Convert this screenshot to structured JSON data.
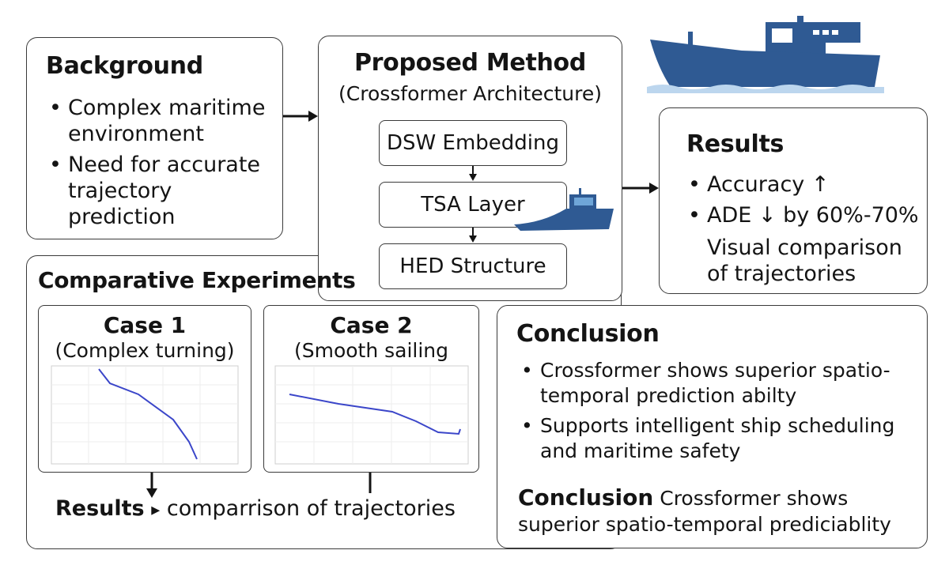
{
  "background": {
    "title": "Background",
    "items": [
      "Complex maritime environment",
      "Need for accurate trajectory prediction"
    ]
  },
  "method": {
    "title": "Proposed Method",
    "subtitle": "(Crossformer Architecture)",
    "stages": [
      "DSW Embedding",
      "TSA Layer",
      "HED Structure"
    ]
  },
  "results": {
    "title": "Results",
    "items": [
      "Accuracy ↑",
      "ADE ↓ by 60%-70%"
    ],
    "note": "Visual comparison of trajectories"
  },
  "experiments": {
    "title": "Comparative Experiments",
    "cases": [
      {
        "title": "Case 1",
        "subtitle": "(Complex turning)"
      },
      {
        "title": "Case 2",
        "subtitle": "(Smooth sailing"
      }
    ],
    "footer_bold": "Results",
    "footer_arrow": "▸",
    "footer_text": "comparrison of trajectories"
  },
  "conclusion": {
    "title": "Conclusion",
    "items": [
      "Crossformer shows superior spatio-temporal prediction abilty",
      "Supports intelligent ship scheduling and maritime safety"
    ],
    "summary_bold": "Conclusion",
    "summary_text": "Crossformer shows superior spatio-temporal prediciablity"
  },
  "colors": {
    "ship_dark": "#2f5a93",
    "ship_light": "#6fa6d8",
    "water": "#bcd6ee",
    "trajectory": "#3b46c9"
  }
}
